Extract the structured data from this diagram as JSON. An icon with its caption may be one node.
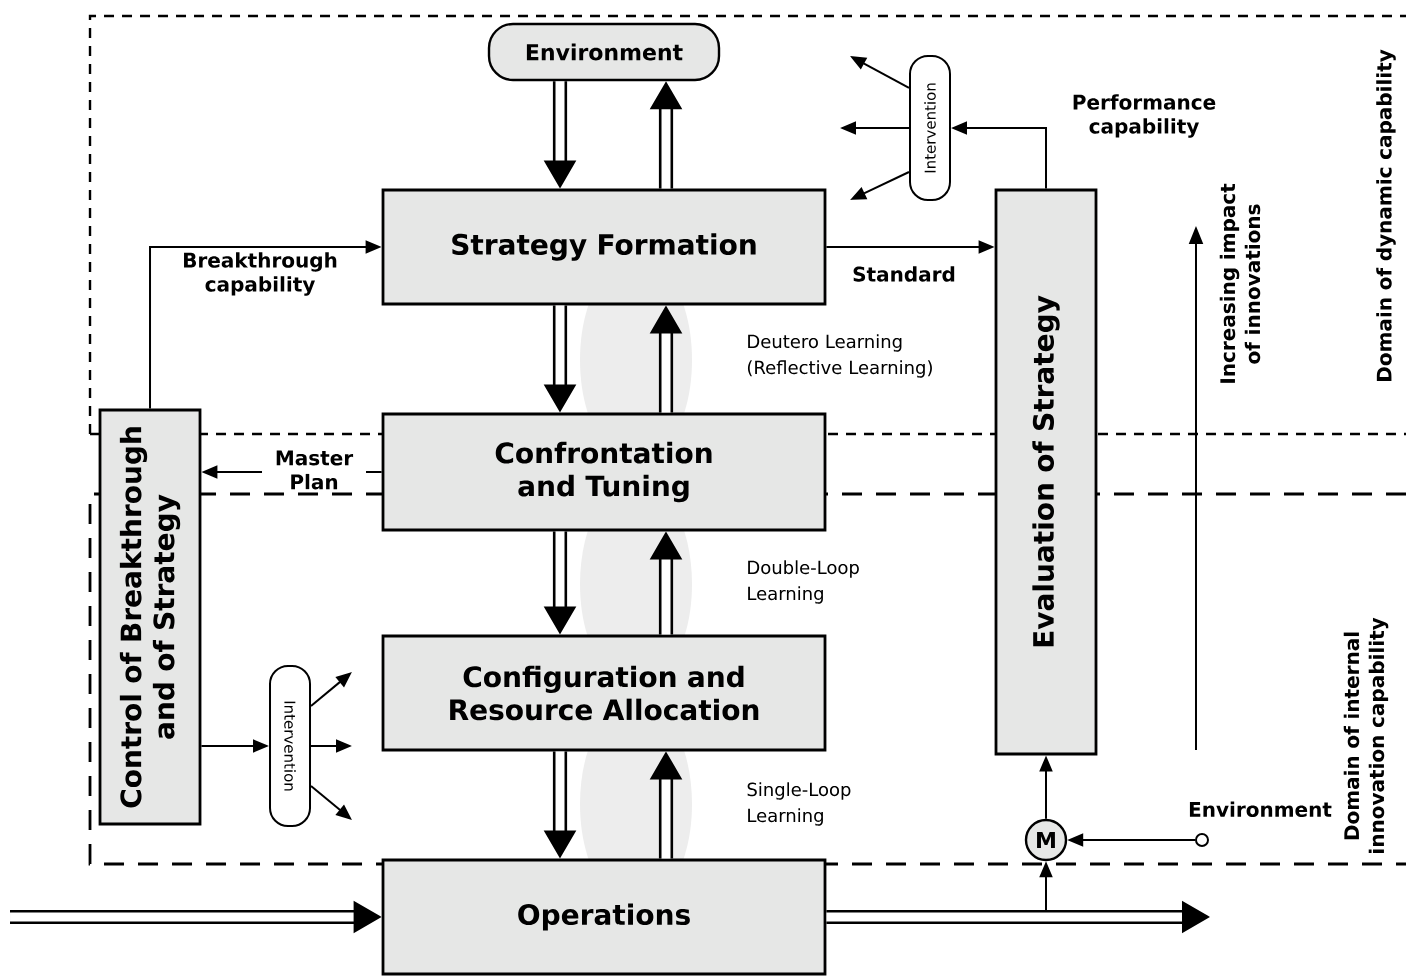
{
  "diagram": {
    "nodes": [
      {
        "text": [
          "Environment"
        ]
      },
      {
        "text": [
          "Strategy Formation"
        ]
      },
      {
        "text": [
          "Confrontation and Tuning"
        ]
      },
      {
        "text": [
          "Configuration and Resource Allocation"
        ]
      },
      {
        "text": [
          "Operations"
        ]
      },
      {
        "text": [
          "Control of Breakthrough and of Strategy"
        ]
      },
      {
        "text": [
          "Evaluation of Strategy"
        ]
      },
      {
        "text": [
          "Intervention"
        ]
      },
      {
        "text": [
          "Intervention"
        ]
      },
      {
        "text": [
          "M"
        ]
      },
      {
        "text": [],
        "shape": "circle",
        "beside": [
          "Environment"
        ]
      }
    ],
    "edges": [
      {
        "from": 0,
        "to": 1,
        "arrow": "to",
        "style": "thick"
      },
      {
        "from": 1,
        "to": 0,
        "arrow": "to",
        "style": "thick"
      },
      {
        "from": 1,
        "to": 2,
        "arrow": "to",
        "style": "thick"
      },
      {
        "from": 2,
        "to": 1,
        "arrow": "to",
        "style": "thick"
      },
      {
        "from": 2,
        "to": 3,
        "arrow": "to",
        "style": "thick"
      },
      {
        "from": 3,
        "to": 2,
        "arrow": "to",
        "style": "thick"
      },
      {
        "from": 3,
        "to": 4,
        "arrow": "to",
        "style": "thick"
      },
      {
        "from": 4,
        "to": 3,
        "arrow": "to",
        "style": "thick"
      },
      {
        "from": null,
        "to": 4,
        "arrow": "to",
        "style": "thick"
      },
      {
        "from": 4,
        "to": null,
        "arrow": "to",
        "style": "thick"
      },
      {
        "from": 1,
        "to": 6,
        "arrow": "to",
        "label": "Standard"
      },
      {
        "from": 6,
        "to": 7,
        "arrow": "to",
        "label": "Performance capability"
      },
      {
        "from": 7,
        "to": null,
        "arrow": "to"
      },
      {
        "from": 7,
        "to": null,
        "arrow": "to"
      },
      {
        "from": 7,
        "to": null,
        "arrow": "to"
      },
      {
        "from": 2,
        "to": 5,
        "arrow": "to",
        "label": "Master Plan"
      },
      {
        "from": 5,
        "to": 1,
        "arrow": "to",
        "label": "Breakthrough capability"
      },
      {
        "from": 5,
        "to": 8,
        "arrow": "to"
      },
      {
        "from": 8,
        "to": null,
        "arrow": "to"
      },
      {
        "from": 8,
        "to": null,
        "arrow": "to"
      },
      {
        "from": 8,
        "to": null,
        "arrow": "to"
      },
      {
        "from": null,
        "to": 9,
        "arrow": "to"
      },
      {
        "from": 9,
        "to": 6,
        "arrow": "to"
      },
      {
        "from": 10,
        "to": 9,
        "arrow": "to"
      }
    ],
    "labels": [
      "Deutero Learning (Reflective Learning)",
      "Double-Loop Learning",
      "Single-Loop Learning",
      "Increasing impact of innovations",
      "Domain of dynamic capability",
      "Domain of internal innovation capability"
    ]
  }
}
